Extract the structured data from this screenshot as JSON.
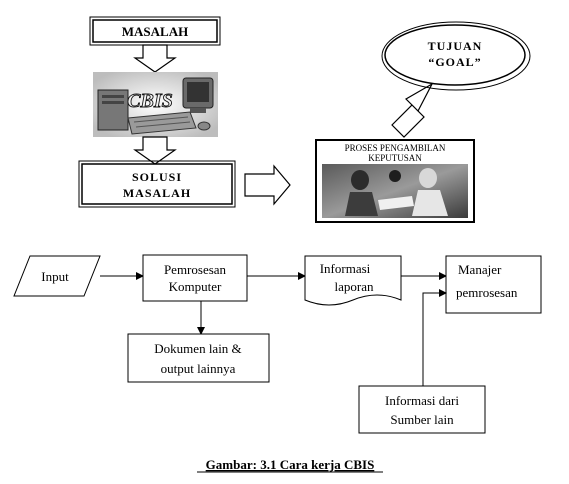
{
  "top": {
    "problem": "MASALAH",
    "computer_label": "CBIS",
    "solution_line1": "SOLUSI",
    "solution_line2": "MASALAH",
    "process_line1": "PROSES PENGAMBILAN",
    "process_line2": "KEPUTUSAN",
    "goal_line1": "TUJUAN",
    "goal_line2": "“GOAL”"
  },
  "flow": {
    "input": "Input",
    "processing_line1": "Pemrosesan",
    "processing_line2": "Komputer",
    "information_line1": "Informasi",
    "information_line2": "laporan",
    "manager_line1": "Manajer",
    "manager_line2": "pemrosesan",
    "documents_line1": "Dokumen lain &",
    "documents_line2": "output lainnya",
    "other_sources_line1": "Informasi dari",
    "other_sources_line2": "Sumber lain"
  },
  "caption": "Gambar: 3.1 Cara kerja CBIS"
}
